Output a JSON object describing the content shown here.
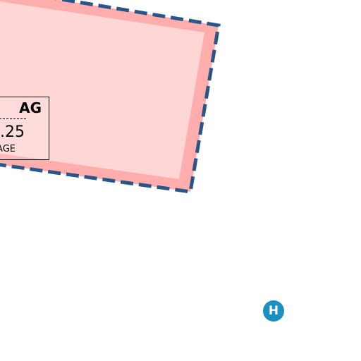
{
  "map": {
    "colors": {
      "parcel_fill": "#ffd6d6",
      "parcel_inner_border": "#ffadad",
      "parcel_dashed_outline": "#2a5588",
      "poi_marker": "#1a8fc0",
      "background": "#ffffff"
    },
    "parcel_label": {
      "code": "AG",
      "value": ".25",
      "unit": "AGE"
    },
    "poi": {
      "icon": "hospital-icon",
      "letter": "H"
    }
  }
}
